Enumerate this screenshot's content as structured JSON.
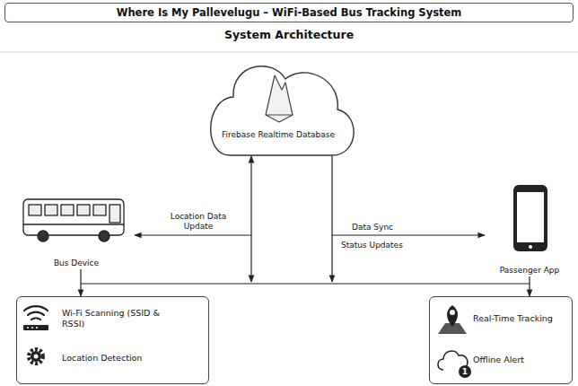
{
  "diagram": {
    "title": "Where Is My Pallevelugu – WiFi-Based Bus Tracking System",
    "nodes": [
      {
        "text": [
          "Firebase Realtime Database"
        ]
      },
      {
        "text": [
          "Bus Device"
        ]
      },
      {
        "text": [
          "Passenger App"
        ]
      },
      {
        "text": [
          "Wi-Fi Scanning (SSID & RSSI)",
          "Location Detection"
        ]
      },
      {
        "text": [
          "Real-Time Tracking",
          "Offline Alert"
        ]
      }
    ],
    "edges": [
      {
        "from": 0,
        "to": 1,
        "arrow": "both",
        "label": "Location Data Update"
      },
      {
        "from": 0,
        "to": 2,
        "arrow": "to",
        "label": "Data Sync"
      },
      {
        "from": 1,
        "to": 3,
        "arrow": "to"
      },
      {
        "from": 2,
        "to": 4,
        "arrow": "to"
      }
    ],
    "labels": [
      "System Architecture",
      "Status Updates",
      "1"
    ]
  }
}
